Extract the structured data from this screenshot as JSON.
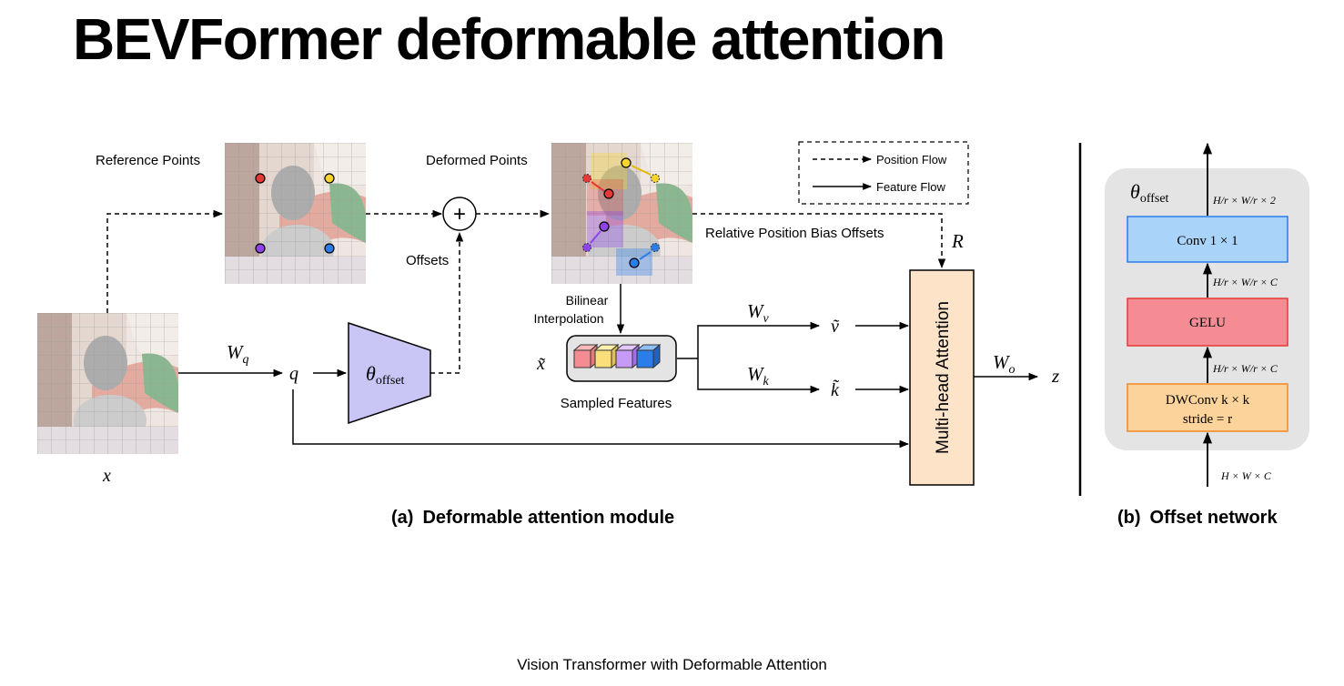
{
  "slide": {
    "title": "BEVFormer deformable attention",
    "footer": "Vision Transformer with Deformable Attention"
  },
  "diagram_a": {
    "reference_points_label": "Reference Points",
    "deformed_points_label": "Deformed Points",
    "offsets_label": "Offsets",
    "rpb_label": "Relative Position Bias Offsets",
    "bilinear_label_1": "Bilinear",
    "bilinear_label_2": "Interpolation",
    "sampled_features_label": "Sampled Features",
    "plus_symbol": "+",
    "input_var": "x",
    "q_var": "q",
    "wq": "W",
    "wq_sub": "q",
    "wv": "W",
    "wv_sub": "v",
    "wk": "W",
    "wk_sub": "k",
    "wo": "W",
    "wo_sub": "o",
    "theta": "θ",
    "theta_sub": "offset",
    "x_tilde": "x̃",
    "v_tilde": "ṽ",
    "k_tilde": "k̃",
    "r_var": "R",
    "z_var": "z",
    "mha_label": "Multi-head Attention",
    "caption_prefix": "(a)",
    "caption": "Deformable attention module"
  },
  "legend": {
    "position_flow": "Position Flow",
    "feature_flow": "Feature Flow"
  },
  "diagram_b": {
    "theta": "θ",
    "theta_sub": "offset",
    "conv_label": "Conv 1 × 1",
    "gelu_label": "GELU",
    "dwconv_line1": "DWConv k × k",
    "dwconv_line2": "stride = r",
    "dim_top": "H/r × W/r × 2",
    "dim_mid1": "H/r × W/r × C",
    "dim_mid2": "H/r × W/r × C",
    "dim_input": "H × W × C",
    "caption_prefix": "(b)",
    "caption": "Offset network"
  },
  "colors": {
    "mha_fill": "#fde3c8",
    "theta_fill": "#c9c5f5",
    "conv_fill": "#a9d3f9",
    "gelu_fill": "#f58c93",
    "dwconv_fill": "#fcd39a",
    "panel_b_bg": "#e4e4e4",
    "point_red": "#e53935",
    "point_yellow": "#f6d32d",
    "point_purple": "#8e44e8",
    "point_blue": "#2b7de9"
  }
}
